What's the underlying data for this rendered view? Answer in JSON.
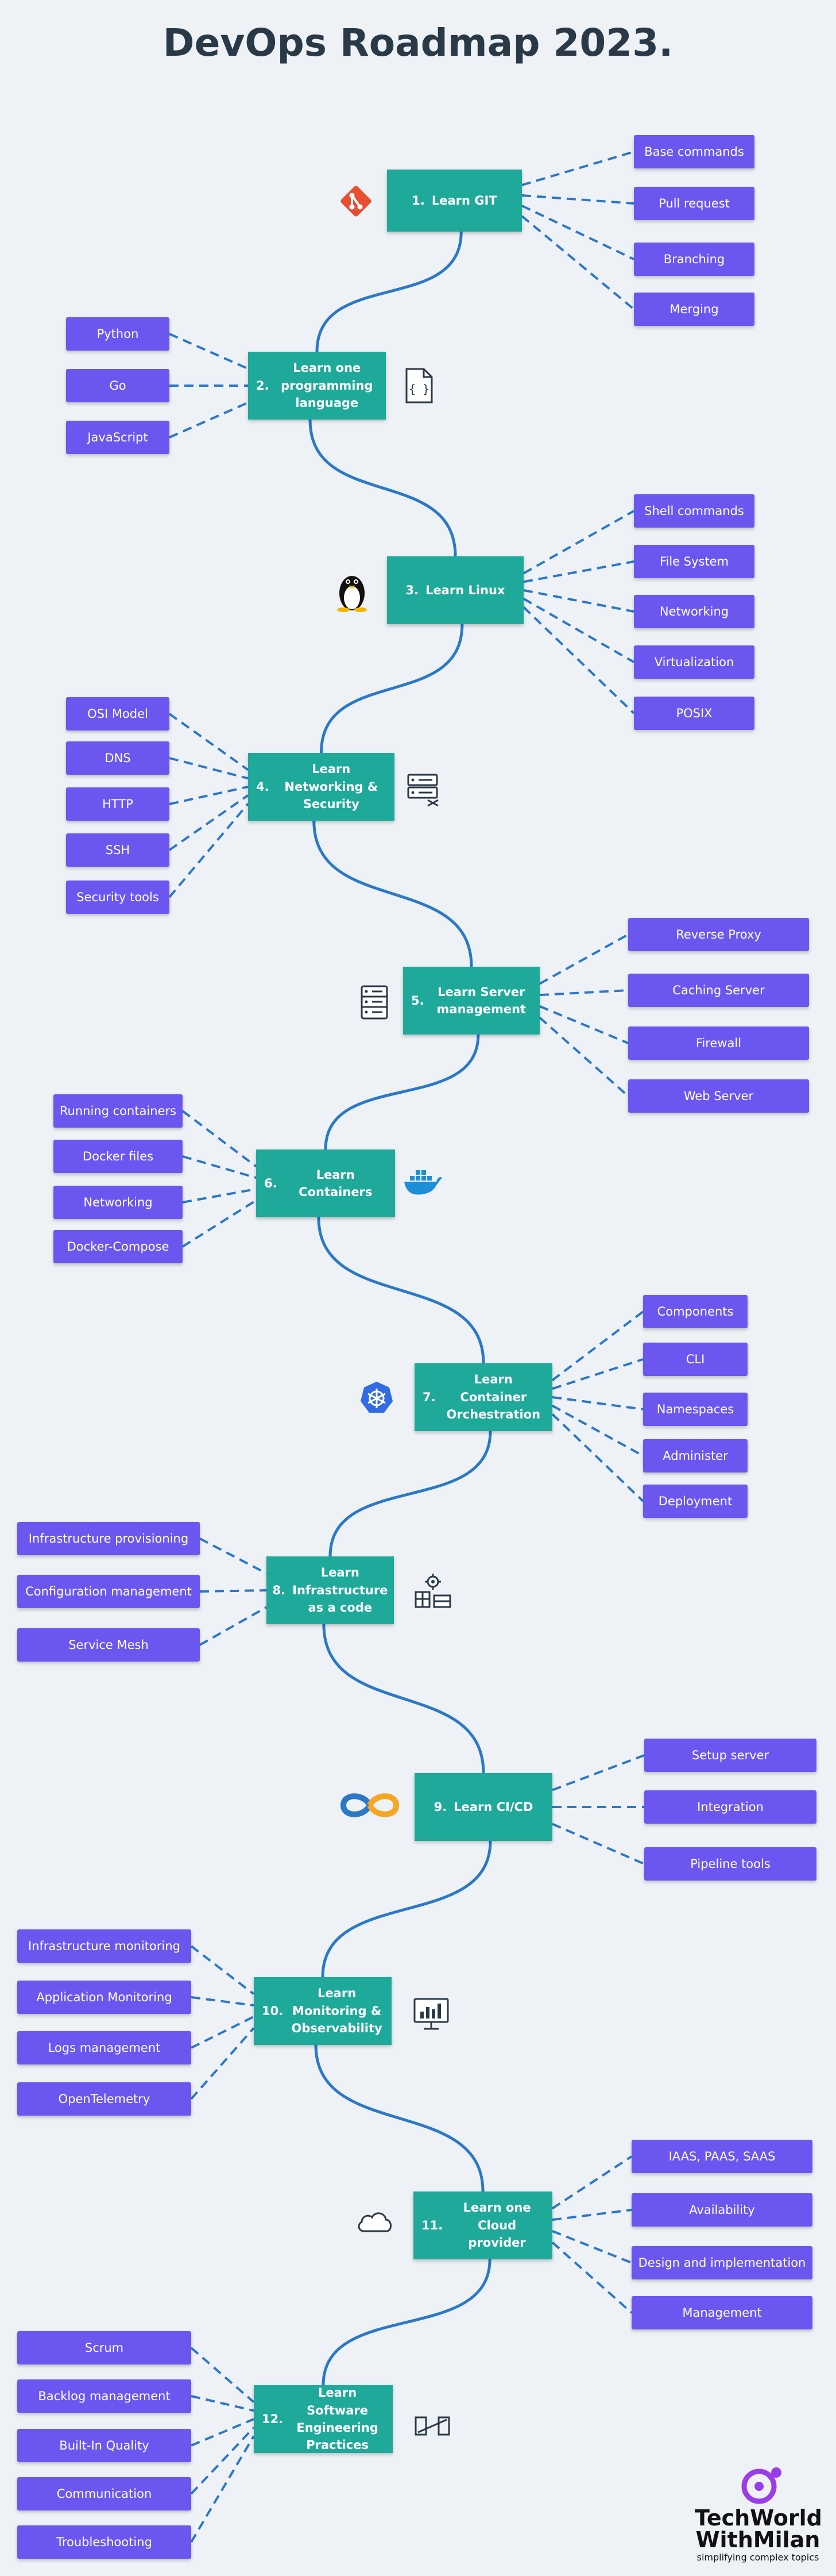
{
  "title": "DevOps Roadmap 2023.",
  "colors": {
    "main": "#1fa99a",
    "leaf": "#6b57f0",
    "connector": "#2b78c8",
    "background": "#eef2f7",
    "title": "#2a3947"
  },
  "steps": [
    {
      "num": "1.",
      "label": "Learn GIT",
      "icon": "git-icon",
      "items": [
        "Base commands",
        "Pull request",
        "Branching",
        "Merging"
      ]
    },
    {
      "num": "2.",
      "label": "Learn one programming language",
      "icon": "code-file-icon",
      "items": [
        "Python",
        "Go",
        "JavaScript"
      ]
    },
    {
      "num": "3.",
      "label": "Learn Linux",
      "icon": "linux-penguin-icon",
      "items": [
        "Shell commands",
        "File System",
        "Networking",
        "Virtualization",
        "POSIX"
      ]
    },
    {
      "num": "4.",
      "label": "Learn Networking & Security",
      "icon": "network-switch-icon",
      "items": [
        "OSI Model",
        "DNS",
        "HTTP",
        "SSH",
        "Security tools"
      ]
    },
    {
      "num": "5.",
      "label": "Learn Server management",
      "icon": "server-icon",
      "items": [
        "Reverse Proxy",
        "Caching Server",
        "Firewall",
        "Web Server"
      ]
    },
    {
      "num": "6.",
      "label": "Learn Containers",
      "icon": "docker-icon",
      "items": [
        "Running containers",
        "Docker files",
        "Networking",
        "Docker-Compose"
      ]
    },
    {
      "num": "7.",
      "label": "Learn Container Orchestration",
      "icon": "kubernetes-icon",
      "items": [
        "Components",
        "CLI",
        "Namespaces",
        "Administer",
        "Deployment"
      ]
    },
    {
      "num": "8.",
      "label": "Learn Infrastructure as a code",
      "icon": "infrastructure-icon",
      "items": [
        "Infrastructure provisioning",
        "Configuration management",
        "Service Mesh"
      ]
    },
    {
      "num": "9.",
      "label": "Learn CI/CD",
      "icon": "infinity-loop-icon",
      "items": [
        "Setup server",
        "Integration",
        "Pipeline tools"
      ]
    },
    {
      "num": "10.",
      "label": "Learn Monitoring & Observability",
      "icon": "monitor-chart-icon",
      "items": [
        "Infrastructure monitoring",
        "Application Monitoring",
        "Logs management",
        "OpenTelemetry"
      ]
    },
    {
      "num": "11.",
      "label": "Learn one Cloud provider",
      "icon": "cloud-icon",
      "items": [
        "IAAS, PAAS, SAAS",
        "Availability",
        "Design and implementation",
        "Management"
      ]
    },
    {
      "num": "12.",
      "label": "Learn Software Engineering Practices",
      "icon": "workflow-icon",
      "items": [
        "Scrum",
        "Backlog management",
        "Built-In Quality",
        "Communication",
        "Troubleshooting"
      ]
    }
  ],
  "brand": {
    "line1": "TechWorld",
    "line2": "WithMilan",
    "tagline": "simplifying complex topics"
  }
}
